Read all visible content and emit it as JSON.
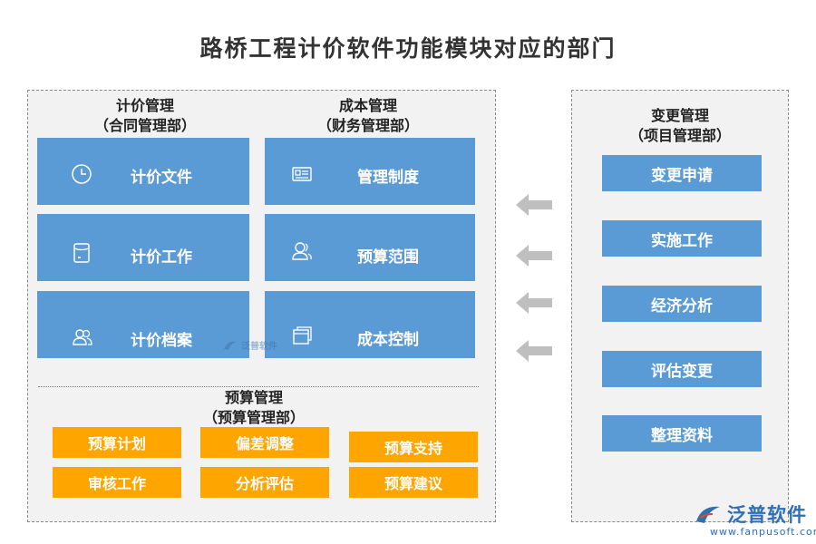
{
  "title": "路桥工程计价软件功能模块对应的部门",
  "pricing": {
    "heading_line1": "计价管理",
    "heading_line2": "（合同管理部）",
    "items": [
      {
        "label": "计价文件",
        "icon": "clock-icon"
      },
      {
        "label": "计价工作",
        "icon": "document-icon"
      },
      {
        "label": "计价档案",
        "icon": "users-icon"
      }
    ]
  },
  "cost": {
    "heading_line1": "成本管理",
    "heading_line2": "（财务管理部）",
    "items": [
      {
        "label": "管理制度",
        "icon": "id-card-icon"
      },
      {
        "label": "预算范围",
        "icon": "user-icon"
      },
      {
        "label": "成本控制",
        "icon": "windows-icon"
      }
    ]
  },
  "budget": {
    "heading_line1": "预算管理",
    "heading_line2": "（预算管理部）",
    "items": [
      "预算计划",
      "偏差调整",
      "预算支持",
      "审核工作",
      "分析评估",
      "预算建议"
    ]
  },
  "change": {
    "heading_line1": "变更管理",
    "heading_line2": "（项目管理部）",
    "items": [
      "变更申请",
      "实施工作",
      "经济分析",
      "评估变更",
      "整理资料"
    ]
  },
  "watermark": "泛普软件",
  "logo": {
    "name": "泛普软件",
    "url": "www.fanpusoft.com"
  },
  "colors": {
    "card_blue": "#5b9bd5",
    "card_orange": "#ffa500",
    "arrow_gray": "#bfbfbf",
    "logo_blue": "#2f6fb3"
  }
}
